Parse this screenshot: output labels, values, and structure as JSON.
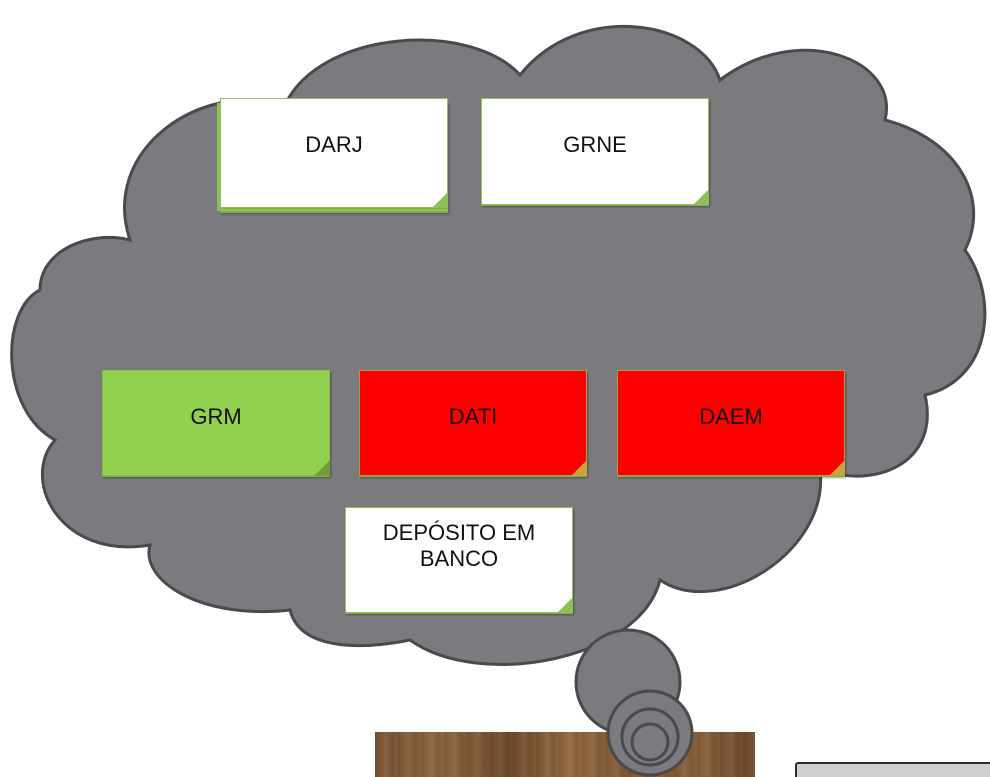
{
  "diagram": {
    "notes": [
      {
        "id": "darj",
        "lines": [
          "DARJ"
        ],
        "color": "#ffffff"
      },
      {
        "id": "grne",
        "lines": [
          "GRNE"
        ],
        "color": "#ffffff"
      },
      {
        "id": "grm",
        "lines": [
          "GRM"
        ],
        "color": "#92d050"
      },
      {
        "id": "dati",
        "lines": [
          "DATI"
        ],
        "color": "#ff0000"
      },
      {
        "id": "daem",
        "lines": [
          "DAEM"
        ],
        "color": "#ff0000"
      },
      {
        "id": "deposito",
        "lines": [
          "DEPÓSITO EM",
          "BANCO"
        ],
        "color": "#ffffff"
      }
    ],
    "cloud_color": "#7b7b7f",
    "cloud_outline": "#4a4a4d"
  }
}
